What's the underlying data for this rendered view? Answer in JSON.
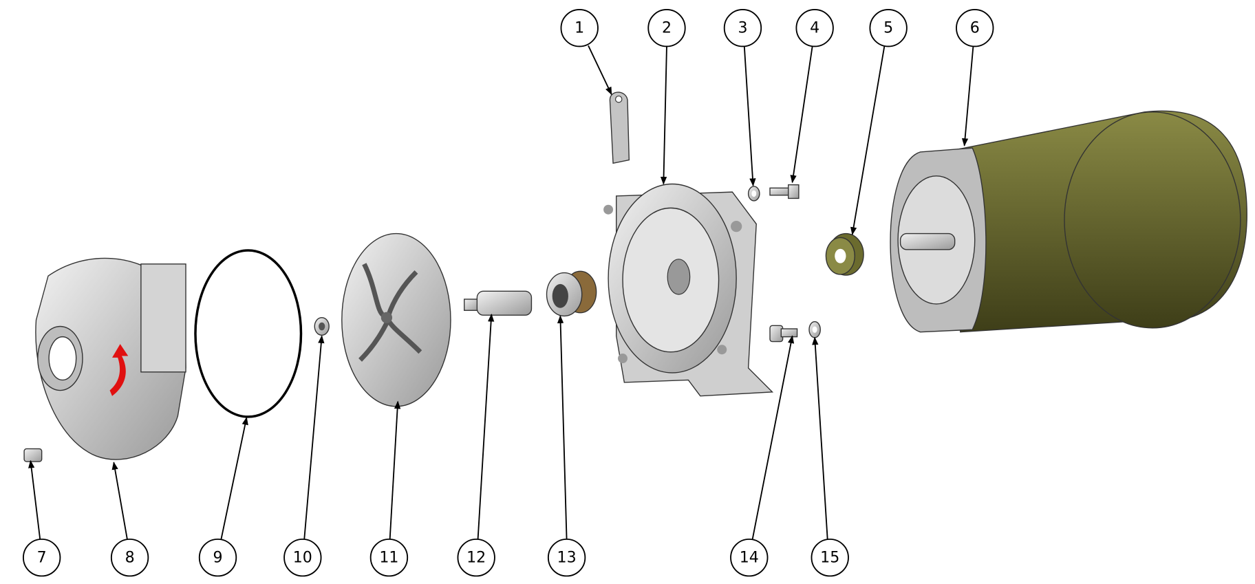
{
  "diagram": {
    "type": "exploded-assembly",
    "callouts": [
      "1",
      "2",
      "3",
      "4",
      "5",
      "6",
      "7",
      "8",
      "9",
      "10",
      "11",
      "12",
      "13",
      "14",
      "15"
    ],
    "colors": {
      "housing": "#c8c8c8",
      "motor": "#6b6b2e",
      "arrow": "#e01010",
      "outline": "#000000"
    }
  }
}
